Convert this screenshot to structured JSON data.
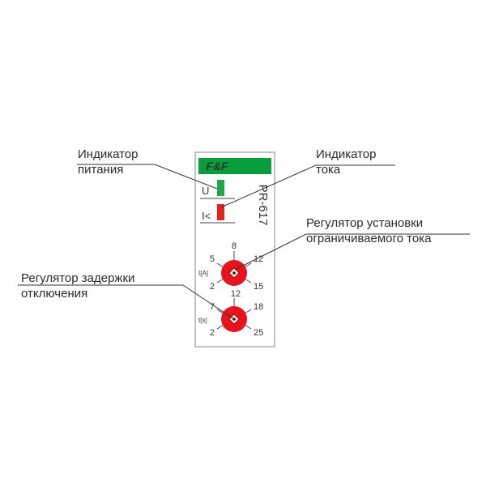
{
  "device": {
    "brand_logo": "F&F",
    "model": "PR-617",
    "indicator_power_letter": "U",
    "indicator_current_letter": "I<",
    "colors": {
      "brand_green": "#0a9d3d",
      "power_led": "#1ea84a",
      "current_led": "#e5231b",
      "knob_red": "#e8141d"
    }
  },
  "knob_current": {
    "unit_label": "I[A]",
    "scale": {
      "top": "8",
      "left": "5",
      "right": "12",
      "bottom_left": "2",
      "bottom_right": "15"
    }
  },
  "knob_delay": {
    "unit_label": "t[s]",
    "scale": {
      "top": "12",
      "left": "7",
      "right": "18",
      "bottom_left": "2",
      "bottom_right": "25"
    }
  },
  "callouts": {
    "power_indicator": [
      "Индикатор",
      "питания"
    ],
    "current_indicator": [
      "Индикатор",
      "тока"
    ],
    "current_regulator": [
      "Регулятор установки",
      "ограничиваемого тока"
    ],
    "delay_regulator": [
      "Регулятор задержки",
      "отключения"
    ]
  }
}
